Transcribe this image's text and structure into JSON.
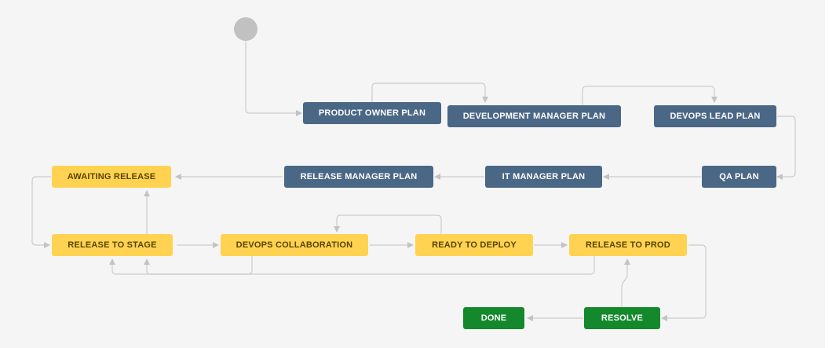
{
  "workflow": {
    "statuses": {
      "product_owner_plan": "PRODUCT OWNER PLAN",
      "development_manager_plan": "DEVELOPMENT MANAGER PLAN",
      "devops_lead_plan": "DEVOPS LEAD PLAN",
      "qa_plan": "QA PLAN",
      "it_manager_plan": "IT MANAGER PLAN",
      "release_manager_plan": "RELEASE MANAGER PLAN",
      "awaiting_release": "AWAITING RELEASE",
      "release_to_stage": "RELEASE TO STAGE",
      "devops_collaboration": "DEVOPS COLLABORATION",
      "ready_to_deploy": "READY TO DEPLOY",
      "release_to_prod": "RELEASE TO PROD",
      "resolve": "RESOLVE",
      "done": "DONE"
    },
    "colors": {
      "todo": "#4a6785",
      "in_progress": "#ffd351",
      "in_progress_text": "#594300",
      "done": "#14892c",
      "start": "#c1c1c1",
      "connector": "#cccccc"
    }
  }
}
